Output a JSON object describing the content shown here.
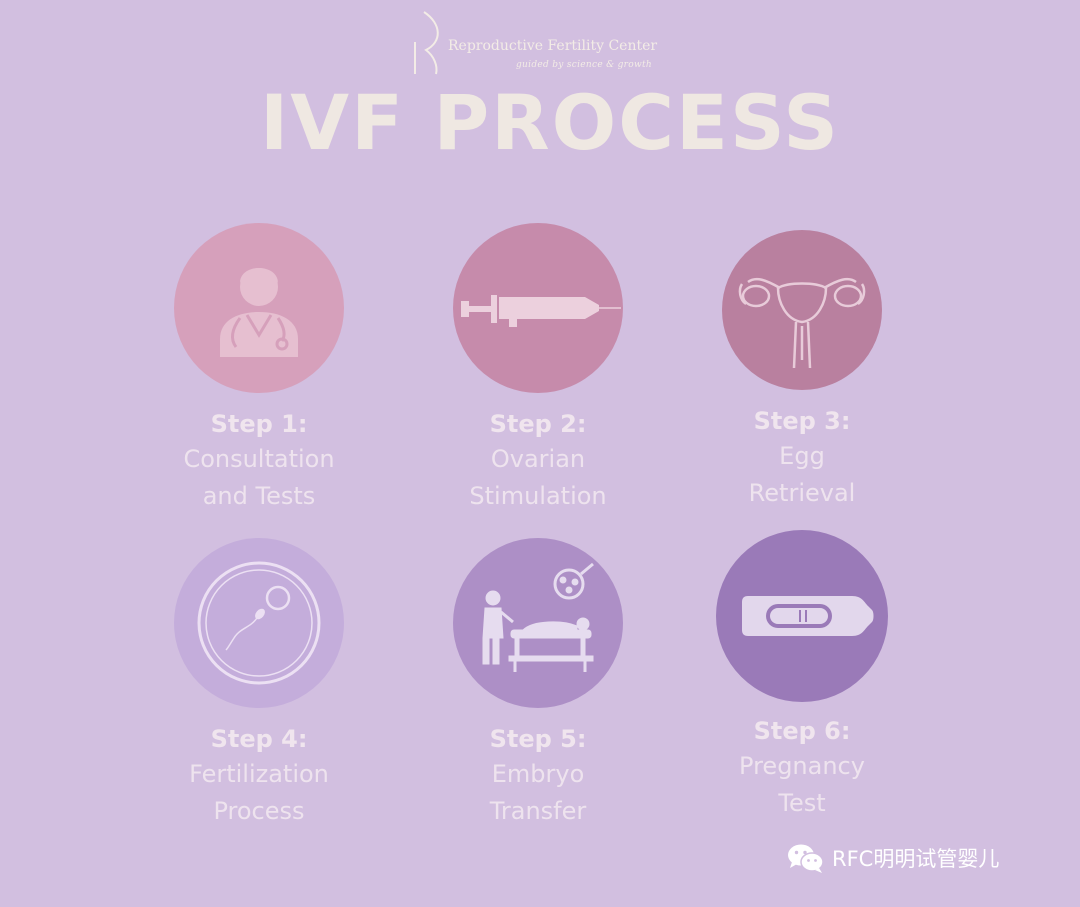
{
  "brand": {
    "name": "Reproductive Fertility Center",
    "tagline": "guided by science & growth",
    "logo_icon": "rfc-logo-icon"
  },
  "title": "IVF PROCESS",
  "steps": [
    {
      "label": "Step 1:",
      "line1": "Consultation",
      "line2": "and Tests",
      "icon": "doctor-icon",
      "color": "#d6a0bb"
    },
    {
      "label": "Step 2:",
      "line1": "Ovarian",
      "line2": "Stimulation",
      "icon": "syringe-icon",
      "color": "#c68bab"
    },
    {
      "label": "Step 3:",
      "line1": "Egg",
      "line2": "Retrieval",
      "icon": "uterus-icon",
      "color": "#b9809f"
    },
    {
      "label": "Step 4:",
      "line1": "Fertilization",
      "line2": "Process",
      "icon": "sperm-egg-icon",
      "color": "#c4addb"
    },
    {
      "label": "Step 5:",
      "line1": "Embryo",
      "line2": "Transfer",
      "icon": "surgery-icon",
      "color": "#ad8fc6"
    },
    {
      "label": "Step 6:",
      "line1": "Pregnancy",
      "line2": "Test",
      "icon": "pregnancy-test-icon",
      "color": "#9a7ab8"
    }
  ],
  "watermark": {
    "text": "RFC明明试管婴儿",
    "icon": "wechat-icon"
  }
}
